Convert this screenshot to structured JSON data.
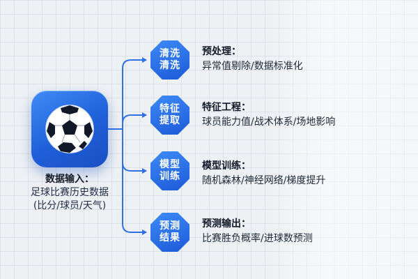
{
  "input": {
    "title": "数据输入：",
    "line1": "足球比赛历史数据",
    "line2": "(比分/球员/天气)",
    "icon": "soccer-ball-icon"
  },
  "steps": [
    {
      "badge_line1": "清洗",
      "badge_line2": "清洗",
      "title": "预处理：",
      "desc": "异常值剔除/数据标准化"
    },
    {
      "badge_line1": "特征",
      "badge_line2": "提取",
      "title": "特征工程：",
      "desc": "球员能力值/战术体系/场地影响"
    },
    {
      "badge_line1": "模型",
      "badge_line2": "训练",
      "title": "模型训练：",
      "desc": "随机森林/神经网络/梯度提升"
    },
    {
      "badge_line1": "预测",
      "badge_line2": "结果",
      "title": "预测输出：",
      "desc": "比赛胜负概率/进球数预测"
    }
  ],
  "colors": {
    "accent": "#2563eb",
    "badge": "#1d5ad8",
    "background": "#eef1f4"
  }
}
